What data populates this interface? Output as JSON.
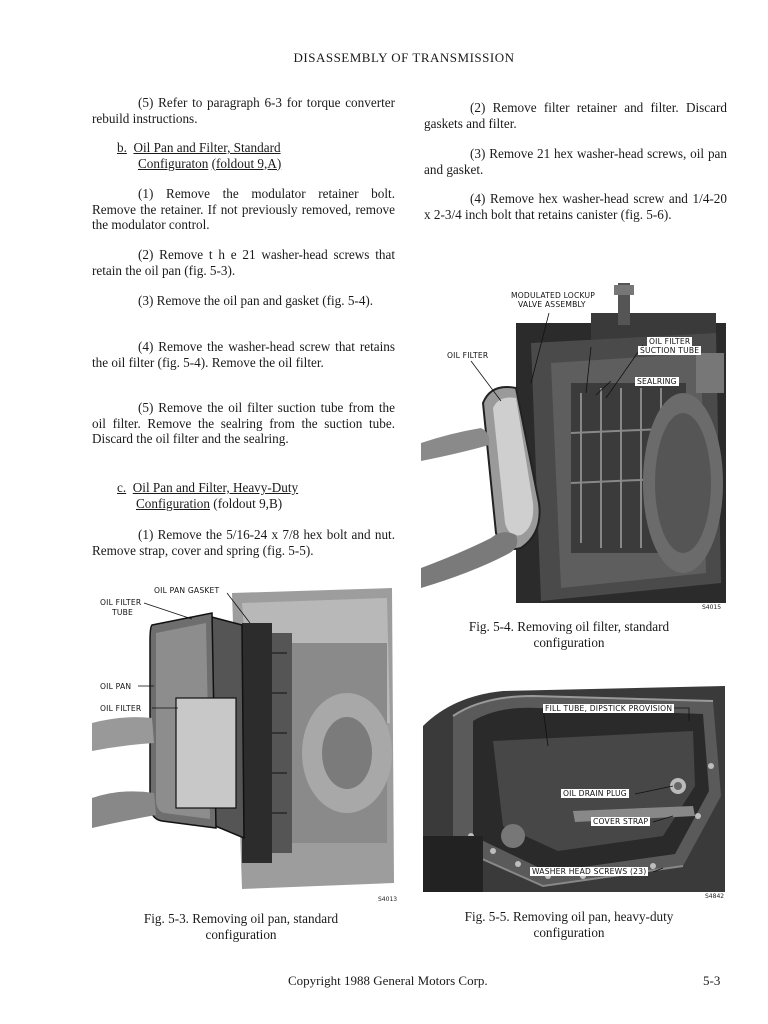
{
  "header": {
    "title": "DISASSEMBLY OF TRANSMISSION"
  },
  "left": {
    "p5": "(5) Refer to paragraph 6-3 for torque converter rebuild instructions.",
    "sectionB": {
      "letter": "b.",
      "title_line1": "Oil Pan and Filter, Standard",
      "title_line2_underlined": "Configuraton",
      "title_line2_rest": "(foldout 9,A)"
    },
    "b1": "(1) Remove the modulator retainer bolt. Remove the retainer. If not previously removed, remove the modulator control.",
    "b2": "(2) Remove t h e 21 washer-head screws that retain the oil pan (fig. 5-3).",
    "b3": "(3) Remove the oil pan and gasket (fig. 5-4).",
    "b4": "(4) Remove the washer-head screw that retains the oil filter (fig. 5-4). Remove the oil filter.",
    "b5": "(5) Remove the oil filter suction tube from the oil filter. Remove the sealring from the suction tube. Discard the oil filter and the sealring.",
    "sectionC": {
      "letter": "c.",
      "title_line1": "Oil Pan and Filter, Heavy-Duty",
      "title_line2_underlined": "Configuration",
      "title_line2_rest": "(foldout 9,B)"
    },
    "c1": "(1) Remove the 5/16-24 x 7/8 hex bolt and nut. Remove strap, cover and spring (fig. 5-5)."
  },
  "right": {
    "r2": "(2) Remove filter retainer and filter. Discard gaskets and filter.",
    "r3": "(3) Remove 21 hex washer-head screws, oil pan and gasket.",
    "r4": "(4) Remove hex washer-head screw and 1/4-20 x 2-3/4 inch bolt that retains canister (fig. 5-6)."
  },
  "fig53": {
    "labels": {
      "gasket": "OIL PAN GASKET",
      "tube1": "OIL FILTER",
      "tube2": "TUBE",
      "pan": "OIL PAN",
      "filter": "OIL FILTER"
    },
    "code": "S4013",
    "caption_line1": "Fig. 5-3. Removing oil pan, standard",
    "caption_line2": "configuration"
  },
  "fig54": {
    "labels": {
      "lockup1": "MODULATED LOCKUP",
      "lockup2": "VALVE ASSEMBLY",
      "filter": "OIL FILTER",
      "tube1": "OIL FILTER",
      "tube2": "SUCTION TUBE",
      "sealring": "SEALRING"
    },
    "code": "S4015",
    "caption_line1": "Fig. 5-4. Removing oil filter, standard",
    "caption_line2": "configuration"
  },
  "fig55": {
    "labels": {
      "fill": "FILL TUBE, DIPSTICK PROVISION",
      "drain": "OIL DRAIN PLUG",
      "strap": "COVER STRAP",
      "screws": "WASHER HEAD SCREWS (23)"
    },
    "code": "S4842",
    "caption_line1": "Fig. 5-5. Removing oil pan, heavy-duty",
    "caption_line2": "configuration"
  },
  "footer": {
    "copyright": "Copyright 1988 General Motors Corp.",
    "page": "5-3"
  }
}
